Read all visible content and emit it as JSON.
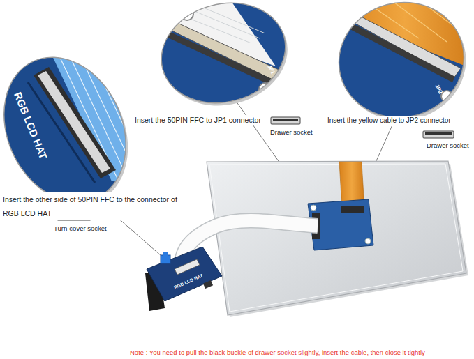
{
  "diagram": {
    "labels": [
      "RGB LCD HAT",
      "Insert the 50PIN FFC to JP1 connector",
      "Drawer socket",
      "Insert the yellow cable to JP2 connector",
      "Drawer socket",
      "Insert the other side of 50PIN FFC to the connector of RGB LCD HAT",
      "Turn-cover socket",
      "JP1",
      "JP2",
      "RGB LCD HAT",
      "Note : You need to pull the black buckle of drawer socket slightly, insert the cable, then close it tightly"
    ]
  }
}
